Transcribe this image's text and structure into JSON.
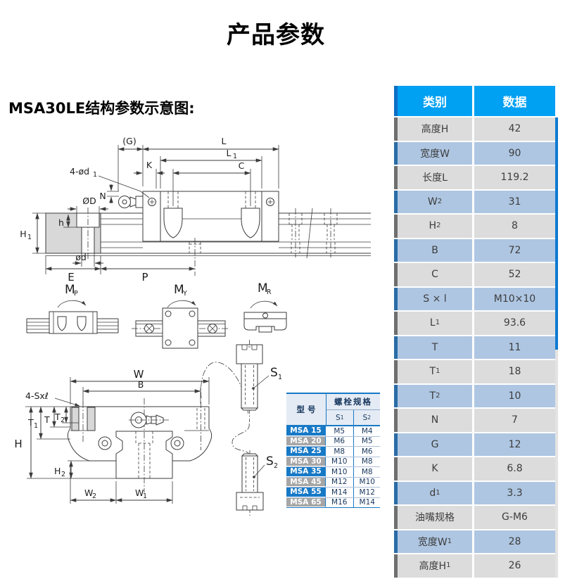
{
  "page": {
    "title": "产品参数",
    "subtitle": "MSA30LE结构参数示意图:"
  },
  "colors": {
    "header_blue": "#00a0f2",
    "row_gray": "#dcdcdc",
    "row_blue": "#aec6e2",
    "accent_gray": "#6f6f6f",
    "accent_blue": "#2a6ca6",
    "accent_header": "#0c6fc4",
    "scrollbar_thumb": "#0f7ad1",
    "scrollbar_track": "#e3e3e3",
    "bolt_blue": "#1779c6",
    "bolt_gray": "#a6a6a6",
    "bolt_header_bg": "#e4ebf4",
    "bolt_text": "#17365d",
    "diagram_line": "#3b3b3b"
  },
  "spec_table": {
    "headers": [
      "类别",
      "数据"
    ],
    "rows": [
      {
        "label": "高度H",
        "sub": "",
        "value": "42"
      },
      {
        "label": "宽度W",
        "sub": "",
        "value": "90"
      },
      {
        "label": "长度L",
        "sub": "",
        "value": "119.2"
      },
      {
        "label": "W",
        "sub": "2",
        "value": "31"
      },
      {
        "label": "H",
        "sub": "2",
        "value": "8"
      },
      {
        "label": "B",
        "sub": "",
        "value": "72"
      },
      {
        "label": "C",
        "sub": "",
        "value": "52"
      },
      {
        "label": "S × l",
        "sub": "",
        "value": "M10×10"
      },
      {
        "label": "L",
        "sub": "1",
        "value": "93.6"
      },
      {
        "label": "T",
        "sub": "",
        "value": "11"
      },
      {
        "label": "T",
        "sub": "1",
        "value": "18"
      },
      {
        "label": "T",
        "sub": "2",
        "value": "10"
      },
      {
        "label": "N",
        "sub": "",
        "value": "7"
      },
      {
        "label": "G",
        "sub": "",
        "value": "12"
      },
      {
        "label": "K",
        "sub": "",
        "value": "6.8"
      },
      {
        "label": "d",
        "sub": "1",
        "value": "3.3"
      },
      {
        "label": "油嘴规格",
        "sub": "",
        "value": "G-M6"
      },
      {
        "label": "宽度W",
        "sub": "1",
        "value": "28"
      },
      {
        "label": "高度H",
        "sub": "1",
        "value": "26"
      }
    ]
  },
  "bolt_table": {
    "header_model": "型 号",
    "header_spec": "螺栓规格",
    "col_s1": {
      "main": "S",
      "sub": "1"
    },
    "col_s2": {
      "main": "S",
      "sub": "2"
    },
    "rows": [
      {
        "model": "MSA 15",
        "s1": "M5",
        "s2": "M4",
        "tone": "blue"
      },
      {
        "model": "MSA 20",
        "s1": "M6",
        "s2": "M5",
        "tone": "gray"
      },
      {
        "model": "MSA 25",
        "s1": "M8",
        "s2": "M6",
        "tone": "blue"
      },
      {
        "model": "MSA 30",
        "s1": "M10",
        "s2": "M8",
        "tone": "gray"
      },
      {
        "model": "MSA 35",
        "s1": "M10",
        "s2": "M8",
        "tone": "blue"
      },
      {
        "model": "MSA 45",
        "s1": "M12",
        "s2": "M10",
        "tone": "gray"
      },
      {
        "model": "MSA 55",
        "s1": "M14",
        "s2": "M12",
        "tone": "blue"
      },
      {
        "model": "MSA 65",
        "s1": "M16",
        "s2": "M14",
        "tone": "gray"
      }
    ]
  },
  "diagram": {
    "labels": {
      "g": "(G)",
      "l": "L",
      "l1": "L",
      "l1_sub": "1",
      "c": "C",
      "k": "K",
      "holes": "4-ød",
      "holes_sub": "1",
      "n": "N",
      "dia_big": "ØD",
      "h_depth": "h",
      "h1": "H",
      "h1_sub": "1",
      "dia_small": "ød",
      "e": "E",
      "p": "P",
      "mp": "M",
      "mp_sub": "P",
      "my": "M",
      "my_sub": "Y",
      "mr": "M",
      "mr_sub": "R",
      "w": "W",
      "b": "B",
      "s_holes": "4-Sxℓ",
      "t1": "T",
      "t1_sub": "1",
      "t": "T",
      "t2": "T",
      "t2_sub": "2",
      "h_total": "H",
      "h2": "H",
      "h2_sub": "2",
      "w2": "W",
      "w2_sub": "2",
      "w1": "W",
      "w1_sub": "1",
      "s1": "S",
      "s1_sub": "1",
      "s2": "S",
      "s2_sub": "2"
    }
  }
}
